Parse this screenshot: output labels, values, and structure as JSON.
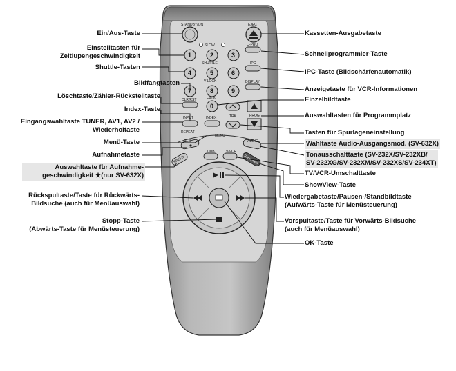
{
  "remote": {
    "top_buttons": {
      "standby": "STANDBY/ON",
      "eject": "EJECT"
    },
    "group_titles": {
      "slow": "SLOW",
      "shuttle": "SHUTTLE",
      "vlock": "V-LOCK"
    },
    "digits": [
      "1",
      "2",
      "3",
      "4",
      "5",
      "6",
      "7",
      "8",
      "9",
      "0"
    ],
    "keys": {
      "qpro": "Q-PRO",
      "ipc": "IPC",
      "display": "DISPLAY",
      "clrrst": "CLR/RST",
      "fadv": "F.ADV",
      "trk": "TRK",
      "prog": "PROG",
      "input": "INPUT",
      "index": "INDEX",
      "repeat": "REPEAT",
      "menu": "MENU",
      "rec": "REC",
      "audio": "AUDIO",
      "speed": "SPEED",
      "dub": "DUB",
      "tvvcr": "TV/VCR",
      "showview": "ShowView"
    }
  },
  "labels": {
    "left": [
      {
        "lines": [
          "Ein/Aus-Taste"
        ]
      },
      {
        "lines": [
          "Einstelltasten für",
          "Zeitlupengeschwindigkeit"
        ]
      },
      {
        "lines": [
          "Shuttle-Tasten"
        ]
      },
      {
        "lines": [
          "Bildfangtasten"
        ]
      },
      {
        "lines": [
          "Löschtaste/Zähler-Rückstelltaste"
        ]
      },
      {
        "lines": [
          "Index-Taste"
        ]
      },
      {
        "lines": [
          "Eingangswahltaste TUNER, AV1, AV2 /",
          "Wiederholtaste"
        ]
      },
      {
        "lines": [
          "Menü-Taste"
        ]
      },
      {
        "lines": [
          "Aufnahmetaste"
        ]
      },
      {
        "lines": [
          "Auswahltaste für Aufnahme-",
          "geschwindigkeit ★(nur SV-632X)"
        ]
      },
      {
        "lines": [
          "Rückspultaste/Taste für Rückwärts-",
          "Bildsuche (auch für Menüauswahl)"
        ]
      },
      {
        "lines": [
          "Stopp-Taste",
          "(Abwärts-Taste für Menüsteuerung)"
        ]
      }
    ],
    "right": [
      {
        "lines": [
          "Kassetten-Ausgabetaste"
        ]
      },
      {
        "lines": [
          "Schnellprogrammier-Taste"
        ]
      },
      {
        "lines": [
          "IPC-Taste (Bildschärfenautomatik)"
        ]
      },
      {
        "lines": [
          "Anzeigetaste für VCR-Informationen"
        ]
      },
      {
        "lines": [
          "Einzelbildtaste"
        ]
      },
      {
        "lines": [
          "Auswahltasten für Programmplatz"
        ]
      },
      {
        "lines": [
          "Tasten für Spurlageneinstellung"
        ]
      },
      {
        "lines": [
          "Wahltaste Audio-Ausgangsmod. (SV-632X)"
        ]
      },
      {
        "lines": [
          "Tonausschalttaste (SV-232X/SV-232XB/",
          "SV-232XG/SV-232XM/SV-232XS/SV-234XT)"
        ]
      },
      {
        "lines": [
          "TV/VCR-Umschalttaste"
        ]
      },
      {
        "lines": [
          "ShowView-Taste"
        ]
      },
      {
        "lines": [
          "Wiedergabetaste/Pausen-/Standbildtaste",
          "(Aufwärts-Taste für Menüsteuerung)"
        ]
      },
      {
        "lines": [
          "Vorspultaste/Taste für Vorwärts-Bildsuche",
          "(auch für Menüauswahl)"
        ]
      },
      {
        "lines": [
          "OK-Taste"
        ]
      }
    ]
  }
}
